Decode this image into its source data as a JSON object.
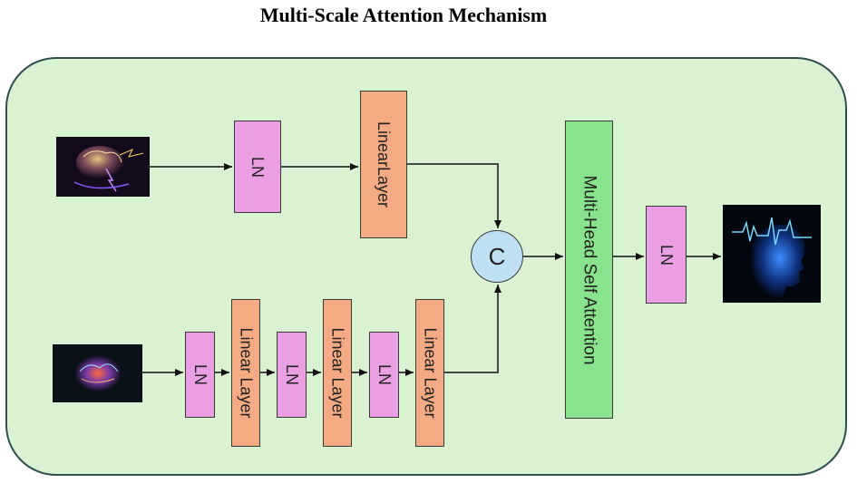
{
  "title": "Multi-Scale Attention Mechanism",
  "top_branch": {
    "ln": "LN",
    "linear": "LinearLayer"
  },
  "bottom_branch": {
    "ln1": "LN",
    "linear1": "Linear Layer",
    "ln2": "LN",
    "linear2": "Linear Layer",
    "ln3": "LN",
    "linear3": "Linear Layer"
  },
  "concat": "C",
  "attention": "Multi-Head Self Attention",
  "output_ln": "LN",
  "images": {
    "input_top": "brain-lightning-image",
    "input_bottom": "glowing-brain-image",
    "output": "head-brain-waves-image"
  },
  "colors": {
    "panel": "#d9f2d2",
    "ln": "#ea9fe3",
    "linear": "#f4ab83",
    "attention": "#88e38c",
    "concat": "#bfe0f2"
  }
}
